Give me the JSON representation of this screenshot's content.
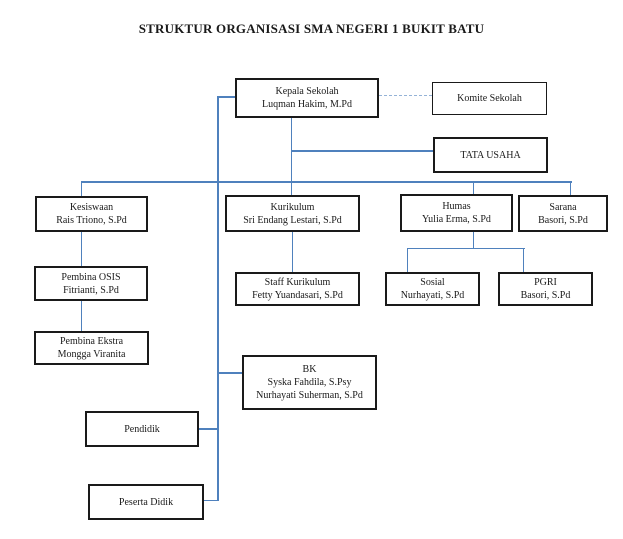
{
  "title": "STRUKTUR ORGANISASI SMA NEGERI 1 BUKIT BATU",
  "colors": {
    "line": "#4f81bd",
    "dashed_line": "#95b3d7",
    "ink": "#1a1a1a"
  },
  "nodes": {
    "kepala_sekolah": {
      "role": "Kepala Sekolah",
      "name": "Luqman Hakim, M.Pd"
    },
    "komite_sekolah": {
      "role": "Komite Sekolah"
    },
    "tata_usaha": {
      "role": "TATA USAHA"
    },
    "kesiswaan": {
      "role": "Kesiswaan",
      "name": "Rais Triono, S.Pd"
    },
    "kurikulum": {
      "role": "Kurikulum",
      "name": "Sri Endang Lestari, S.Pd"
    },
    "humas": {
      "role": "Humas",
      "name": "Yulia Erma, S.Pd"
    },
    "sarana": {
      "role": "Sarana",
      "name": "Basori, S.Pd"
    },
    "pembina_osis": {
      "role": "Pembina OSIS",
      "name": "Fitrianti, S.Pd"
    },
    "staff_kurikulum": {
      "role": "Staff Kurikulum",
      "name": "Fetty Yuandasari, S.Pd"
    },
    "sosial": {
      "role": "Sosial",
      "name": "Nurhayati, S.Pd"
    },
    "pgri": {
      "role": "PGRI",
      "name": "Basori, S.Pd"
    },
    "pembina_ekstra": {
      "role": "Pembina Ekstra",
      "name": "Mongga Viranita"
    },
    "bk": {
      "role": "BK",
      "name": "Syska Fahdila, S.Psy",
      "name2": "Nurhayati Suherman, S.Pd"
    },
    "pendidik": {
      "role": "Pendidik"
    },
    "peserta_didik": {
      "role": "Peserta Didik"
    }
  }
}
